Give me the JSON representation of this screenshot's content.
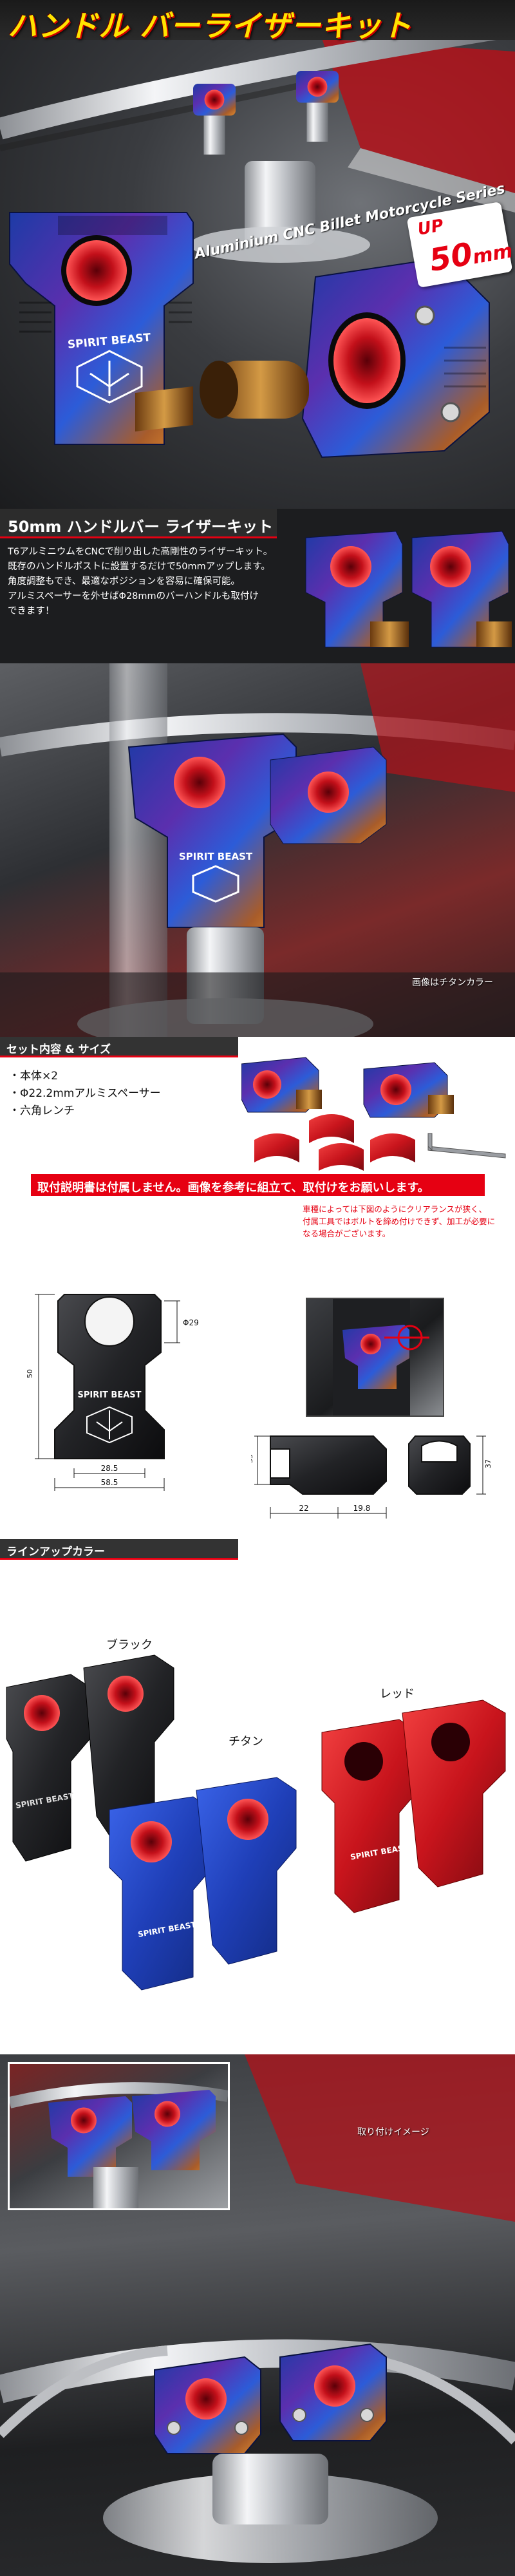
{
  "hero": {
    "title": "ハンドル バーライザーキット",
    "series": "Aluminium CNC Billet Motorcycle Series",
    "badge_up": "UP",
    "badge_value": "50",
    "badge_unit": "mm",
    "engraving": "SPIRIT BEAST"
  },
  "intro": {
    "title": "50mm ハンドルバー ライザーキット",
    "lines": [
      "T6アルミニウムをCNCで削り出した高剛性のライザーキット。",
      "既存のハンドルポストに設置するだけで50mmアップします。",
      "角度調整もでき、最適なポジションを容易に確保可能。",
      "アルミスペーサーを外せばΦ28mmのバーハンドルも取付け",
      "できます！"
    ],
    "photo_caption": "画像はチタンカラー"
  },
  "set": {
    "header": "セット内容 & サイズ",
    "items": [
      "・本体×2",
      "・Φ22.2mmアルミスペーサー",
      "・六角レンチ"
    ],
    "warning": "取付説明書は付属しません。画像を参考に組立て、取付けをお願いします。",
    "note": [
      "車種によっては下図のようにクリアランスが狭く、",
      "付属工具ではボルトを締め付けできず、加工が必要に",
      "なる場合がございます。"
    ],
    "dims": {
      "height": "50",
      "bore": "Φ29",
      "inner_width": "28.5",
      "outer_width": "58.5",
      "depth": "35",
      "side_a": "22",
      "side_b": "19.8",
      "side_h": "37"
    }
  },
  "lineup": {
    "header": "ラインアップカラー",
    "colors": [
      "ブラック",
      "チタン",
      "レッド"
    ]
  },
  "mount": {
    "caption": "取り付けイメージ"
  },
  "colors": {
    "accent_red": "#e60012",
    "title_yellow": "#ffe300",
    "anodized_red": "#c8141c",
    "titan_blue": "#2a45b8",
    "black": "#222222"
  }
}
